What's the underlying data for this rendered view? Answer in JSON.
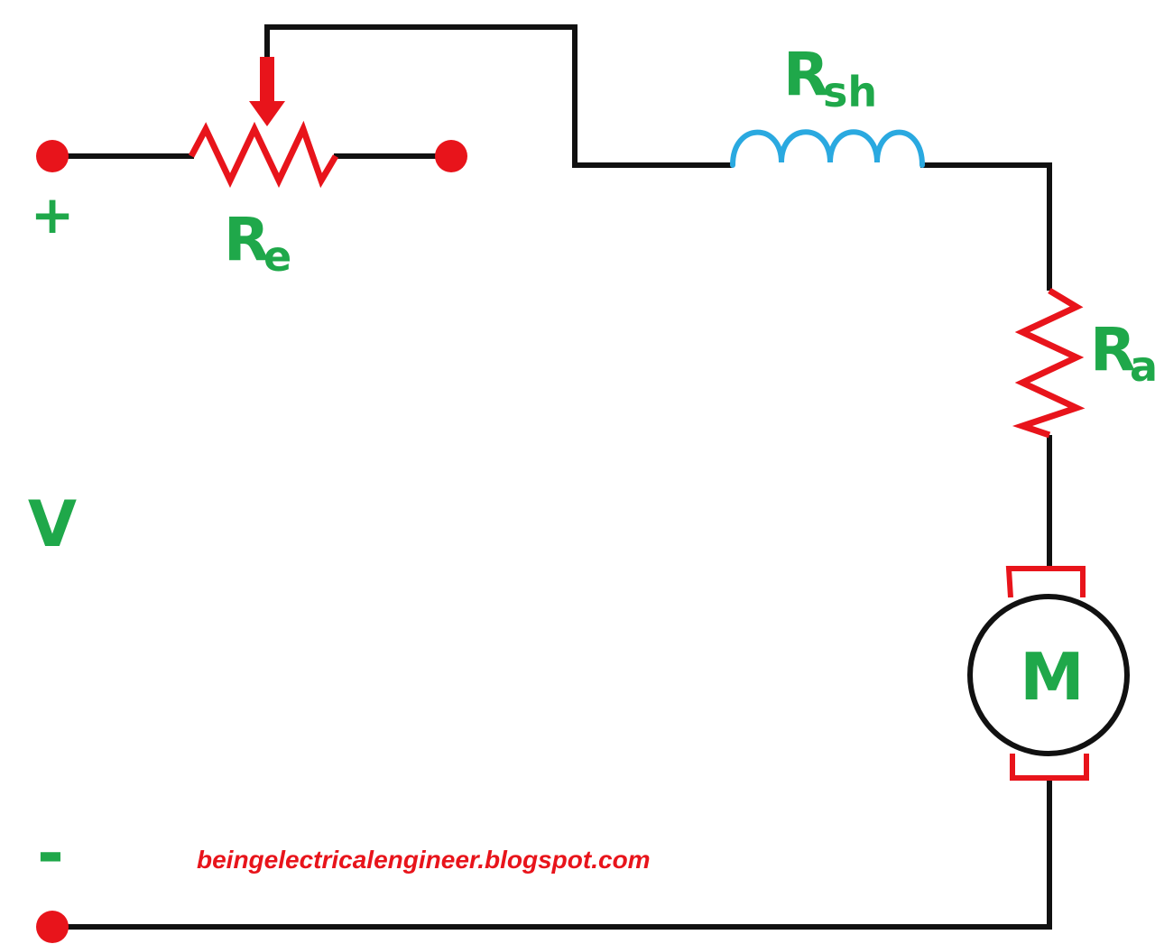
{
  "colors": {
    "wire": "#111111",
    "component": "#e8141b",
    "label": "#1fa84a",
    "inductor": "#2aa9e0",
    "watermark": "#e8141b"
  },
  "labels": {
    "plus": "+",
    "minus": "-",
    "voltage": "V",
    "re_main": "R",
    "re_sub": "e",
    "rsh_main": "R",
    "rsh_sub": "sh",
    "ra_main": "R",
    "ra_sub": "a",
    "motor": "M"
  },
  "watermark": "beingelectricalengineer.blogspot.com",
  "icons": {
    "rheostat": "variable-resistor-icon",
    "shunt_field": "inductor-coil-icon",
    "armature_resistance": "resistor-icon",
    "motor": "dc-motor-icon",
    "terminal": "terminal-dot-icon",
    "wiper": "wiper-arrow-icon"
  }
}
